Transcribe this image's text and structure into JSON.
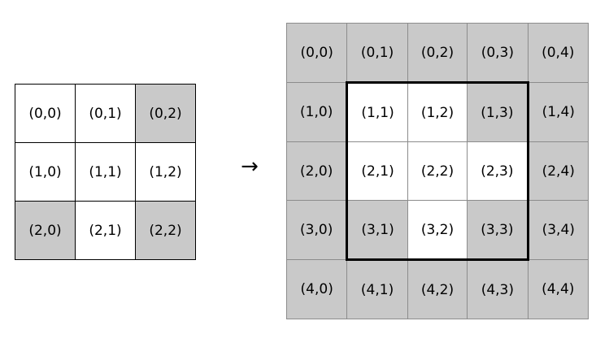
{
  "diagram": {
    "arrow_glyph": "→",
    "colors": {
      "gray_fill": "#c9c9c9",
      "white_fill": "#ffffff",
      "grid_line": "#8c8c8c",
      "outline": "#000000",
      "highlight": "#000000"
    },
    "left_grid": {
      "rows": 3,
      "cols": 3,
      "cells": [
        [
          {
            "label": "(0,0)",
            "fill": "white"
          },
          {
            "label": "(0,1)",
            "fill": "white"
          },
          {
            "label": "(0,2)",
            "fill": "gray"
          }
        ],
        [
          {
            "label": "(1,0)",
            "fill": "white"
          },
          {
            "label": "(1,1)",
            "fill": "white"
          },
          {
            "label": "(1,2)",
            "fill": "white"
          }
        ],
        [
          {
            "label": "(2,0)",
            "fill": "gray"
          },
          {
            "label": "(2,1)",
            "fill": "white"
          },
          {
            "label": "(2,2)",
            "fill": "gray"
          }
        ]
      ]
    },
    "right_grid": {
      "rows": 5,
      "cols": 5,
      "cells": [
        [
          {
            "label": "(0,0)",
            "fill": "gray"
          },
          {
            "label": "(0,1)",
            "fill": "gray"
          },
          {
            "label": "(0,2)",
            "fill": "gray"
          },
          {
            "label": "(0,3)",
            "fill": "gray"
          },
          {
            "label": "(0,4)",
            "fill": "gray"
          }
        ],
        [
          {
            "label": "(1,0)",
            "fill": "gray"
          },
          {
            "label": "(1,1)",
            "fill": "white"
          },
          {
            "label": "(1,2)",
            "fill": "white"
          },
          {
            "label": "(1,3)",
            "fill": "gray"
          },
          {
            "label": "(1,4)",
            "fill": "gray"
          }
        ],
        [
          {
            "label": "(2,0)",
            "fill": "gray"
          },
          {
            "label": "(2,1)",
            "fill": "white"
          },
          {
            "label": "(2,2)",
            "fill": "white"
          },
          {
            "label": "(2,3)",
            "fill": "white"
          },
          {
            "label": "(2,4)",
            "fill": "gray"
          }
        ],
        [
          {
            "label": "(3,0)",
            "fill": "gray"
          },
          {
            "label": "(3,1)",
            "fill": "gray"
          },
          {
            "label": "(3,2)",
            "fill": "white"
          },
          {
            "label": "(3,3)",
            "fill": "gray"
          },
          {
            "label": "(3,4)",
            "fill": "gray"
          }
        ],
        [
          {
            "label": "(4,0)",
            "fill": "gray"
          },
          {
            "label": "(4,1)",
            "fill": "gray"
          },
          {
            "label": "(4,2)",
            "fill": "gray"
          },
          {
            "label": "(4,3)",
            "fill": "gray"
          },
          {
            "label": "(4,4)",
            "fill": "gray"
          }
        ]
      ],
      "highlight_region": {
        "row_start": 1,
        "row_end": 3,
        "col_start": 1,
        "col_end": 3
      }
    }
  }
}
